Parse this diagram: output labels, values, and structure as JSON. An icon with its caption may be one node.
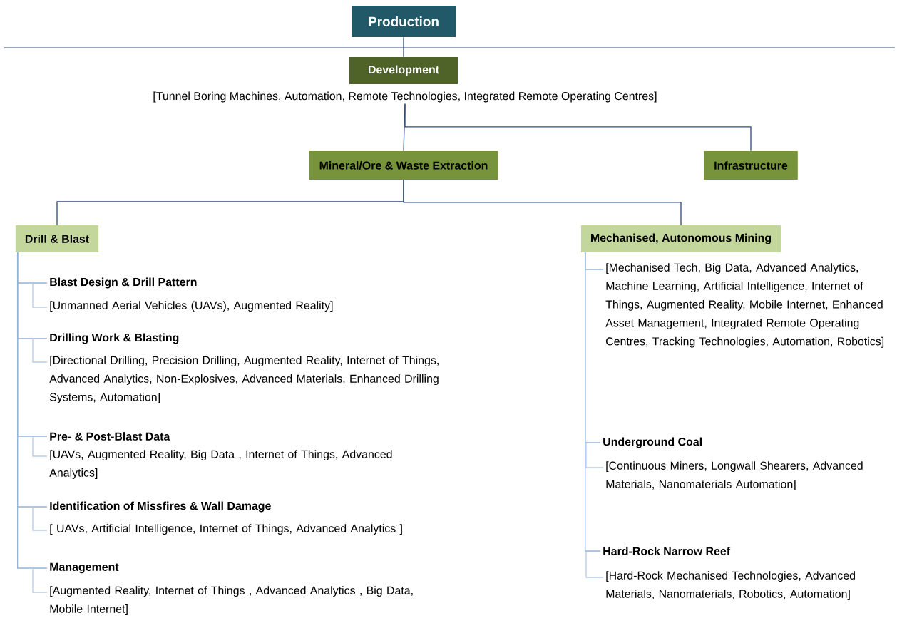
{
  "diagram": {
    "nodes": [
      {
        "text": [
          "Production"
        ]
      },
      {
        "text": [
          "Development"
        ]
      },
      {
        "text": [
          "[Tunnel Boring Machines, Automation, Remote Technologies, Integrated Remote Operating Centres]"
        ]
      },
      {
        "text": [
          "Mineral/Ore & Waste Extraction"
        ]
      },
      {
        "text": [
          "Infrastructure"
        ]
      },
      {
        "text": [
          "Drill & Blast"
        ]
      },
      {
        "text": [
          "Mechanised, Autonomous Mining"
        ]
      },
      {
        "text": [
          "Blast Design & Drill Pattern"
        ]
      },
      {
        "text": [
          "[Unmanned Aerial Vehicles (UAVs), Augmented Reality]"
        ]
      },
      {
        "text": [
          "Drilling Work & Blasting"
        ]
      },
      {
        "text": [
          "[Directional Drilling, Precision Drilling, Augmented Reality, Internet of Things, Advanced Analytics, Non-Explosives, Advanced Materials, Enhanced Drilling Systems, Automation]"
        ]
      },
      {
        "text": [
          "Pre- & Post-Blast Data"
        ]
      },
      {
        "text": [
          "[UAVs, Augmented Reality, Big Data , Internet of Things, Advanced Analytics]"
        ]
      },
      {
        "text": [
          "Identification of Missfires & Wall Damage"
        ]
      },
      {
        "text": [
          "[ UAVs, Artificial Intelligence, Internet of Things, Advanced Analytics ]"
        ]
      },
      {
        "text": [
          "Management"
        ]
      },
      {
        "text": [
          "[Augmented Reality, Internet of Things , Advanced Analytics , Big Data, Mobile Internet]"
        ]
      },
      {
        "text": [
          "[Mechanised Tech, Big Data, Advanced Analytics, Machine Learning, Artificial Intelligence, Internet of Things, Augmented Reality, Mobile Internet, Enhanced Asset Management, Integrated Remote Operating Centres, Tracking Technologies, Automation, Robotics]"
        ]
      },
      {
        "text": [
          "Underground Coal"
        ]
      },
      {
        "text": [
          "[Continuous Miners, Longwall Shearers, Advanced Materials, Nanomaterials Automation]"
        ]
      },
      {
        "text": [
          "Hard-Rock Narrow Reef"
        ]
      },
      {
        "text": [
          "[Hard-Rock Mechanised Technologies, Advanced Materials, Nanomaterials, Robotics, Automation]"
        ]
      }
    ],
    "edges": [
      {
        "from": 0,
        "to": 1,
        "arrow": "none",
        "color": "#2f4b7c"
      },
      {
        "from": 2,
        "to": 3,
        "arrow": "none",
        "color": "#2f4b7c"
      },
      {
        "from": 2,
        "to": 4,
        "arrow": "none",
        "color": "#2f4b7c"
      },
      {
        "from": 3,
        "to": 5,
        "arrow": "none",
        "color": "#2f4b7c"
      },
      {
        "from": 3,
        "to": 6,
        "arrow": "none",
        "color": "#2f4b7c"
      },
      {
        "from": 5,
        "to": 7,
        "arrow": "none"
      },
      {
        "from": 7,
        "to": 8,
        "arrow": "none",
        "color": "#b8cce4"
      },
      {
        "from": 5,
        "to": 9,
        "arrow": "none"
      },
      {
        "from": 9,
        "to": 10,
        "arrow": "none",
        "color": "#b8cce4"
      },
      {
        "from": 5,
        "to": 11,
        "arrow": "none"
      },
      {
        "from": 11,
        "to": 12,
        "arrow": "none",
        "color": "#b8cce4"
      },
      {
        "from": 5,
        "to": 13,
        "arrow": "none"
      },
      {
        "from": 13,
        "to": 14,
        "arrow": "none",
        "color": "#b8cce4"
      },
      {
        "from": 5,
        "to": 15,
        "arrow": "none"
      },
      {
        "from": 15,
        "to": 16,
        "arrow": "none",
        "color": "#b8cce4"
      },
      {
        "from": 6,
        "to": 17,
        "arrow": "none"
      },
      {
        "from": 6,
        "to": 18,
        "arrow": "none"
      },
      {
        "from": 18,
        "to": 19,
        "arrow": "none",
        "color": "#b8cce4"
      },
      {
        "from": 6,
        "to": 20,
        "arrow": "none"
      },
      {
        "from": 20,
        "to": 21,
        "arrow": "none",
        "color": "#b8cce4"
      }
    ]
  }
}
